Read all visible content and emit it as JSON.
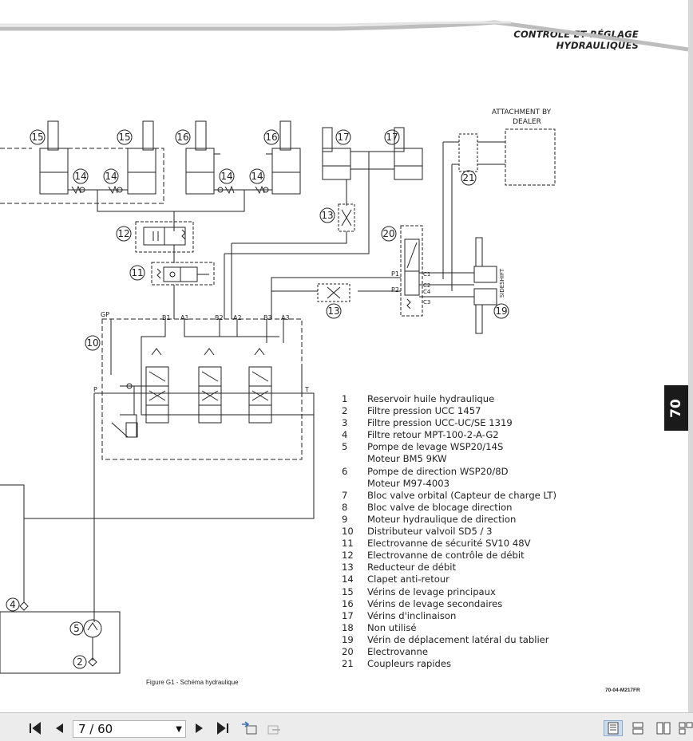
{
  "header": {
    "title": "CONTRÔLE ET RÉGLAGE HYDRAULIQUES"
  },
  "section_tab": {
    "label": "70"
  },
  "diagram": {
    "attachment_label_1": "ATTACHMENT BY",
    "attachment_label_2": "DEALER",
    "sideshift_label": "SIDESHIFT",
    "port_labels": {
      "gp": "GP",
      "b1": "B1",
      "a1": "A1",
      "b2": "B2",
      "a2": "A2",
      "b3": "B3",
      "a3": "A3",
      "p": "P",
      "t": "T",
      "p1": "P1",
      "p2": "P2",
      "c1": "C1",
      "c2": "C2",
      "c4": "C4",
      "c3": "C3"
    },
    "callouts": {
      "n2": "2",
      "n4": "4",
      "n5": "5",
      "n10": "10",
      "n11": "11",
      "n12": "12",
      "n13a": "13",
      "n13b": "13",
      "n14a": "14",
      "n14b": "14",
      "n14c": "14",
      "n14d": "14",
      "n15a": "15",
      "n15b": "15",
      "n16a": "16",
      "n16b": "16",
      "n17a": "17",
      "n17b": "17",
      "n19": "19",
      "n20": "20",
      "n21": "21"
    }
  },
  "legend": [
    {
      "num": "1",
      "text": "Reservoir huile hydraulique"
    },
    {
      "num": "2",
      "text": "Filtre pression UCC 1457"
    },
    {
      "num": "3",
      "text": "Filtre pression UCC-UC/SE 1319"
    },
    {
      "num": "4",
      "text": "Filtre retour MPT-100-2-A-G2"
    },
    {
      "num": "5",
      "text": "Pompe de levage WSP20/14S"
    },
    {
      "num": "",
      "text": "Moteur BM5 9KW"
    },
    {
      "num": "6",
      "text": "Pompe de direction WSP20/8D"
    },
    {
      "num": "",
      "text": "Moteur M97-4003"
    },
    {
      "num": "7",
      "text": "Bloc valve orbital (Capteur de charge LT)"
    },
    {
      "num": "8",
      "text": "Bloc valve de blocage direction"
    },
    {
      "num": "9",
      "text": "Moteur hydraulique de direction"
    },
    {
      "num": "10",
      "text": "Distributeur valvoil SD5 / 3"
    },
    {
      "num": "11",
      "text": "Electrovanne de sécurité SV10 48V"
    },
    {
      "num": "12",
      "text": "Electrovanne de contrôle de débit"
    },
    {
      "num": "13",
      "text": "Reducteur de débit"
    },
    {
      "num": "14",
      "text": "Clapet anti-retour"
    },
    {
      "num": "15",
      "text": "Vérins de levage principaux"
    },
    {
      "num": "16",
      "text": "Vérins de levage secondaires"
    },
    {
      "num": "17",
      "text": "Vérins d'inclinaison"
    },
    {
      "num": "18",
      "text": "Non utilisé"
    },
    {
      "num": "19",
      "text": "Vérin de déplacement latéral du tablier"
    },
    {
      "num": "20",
      "text": "Electrovanne"
    },
    {
      "num": "21",
      "text": "Coupleurs rapides"
    }
  ],
  "caption": "Figure G1 - Schéma hydraulique",
  "page_code": "70-04-M217FR",
  "toolbar": {
    "page_value": "7 / 60",
    "icons": [
      "first-page-icon",
      "previous-page-icon",
      "next-page-icon",
      "last-page-icon",
      "go-back-icon",
      "go-forward-icon",
      "single-page-view-icon",
      "continuous-view-icon",
      "two-page-view-icon",
      "two-page-continuous-view-icon"
    ]
  }
}
